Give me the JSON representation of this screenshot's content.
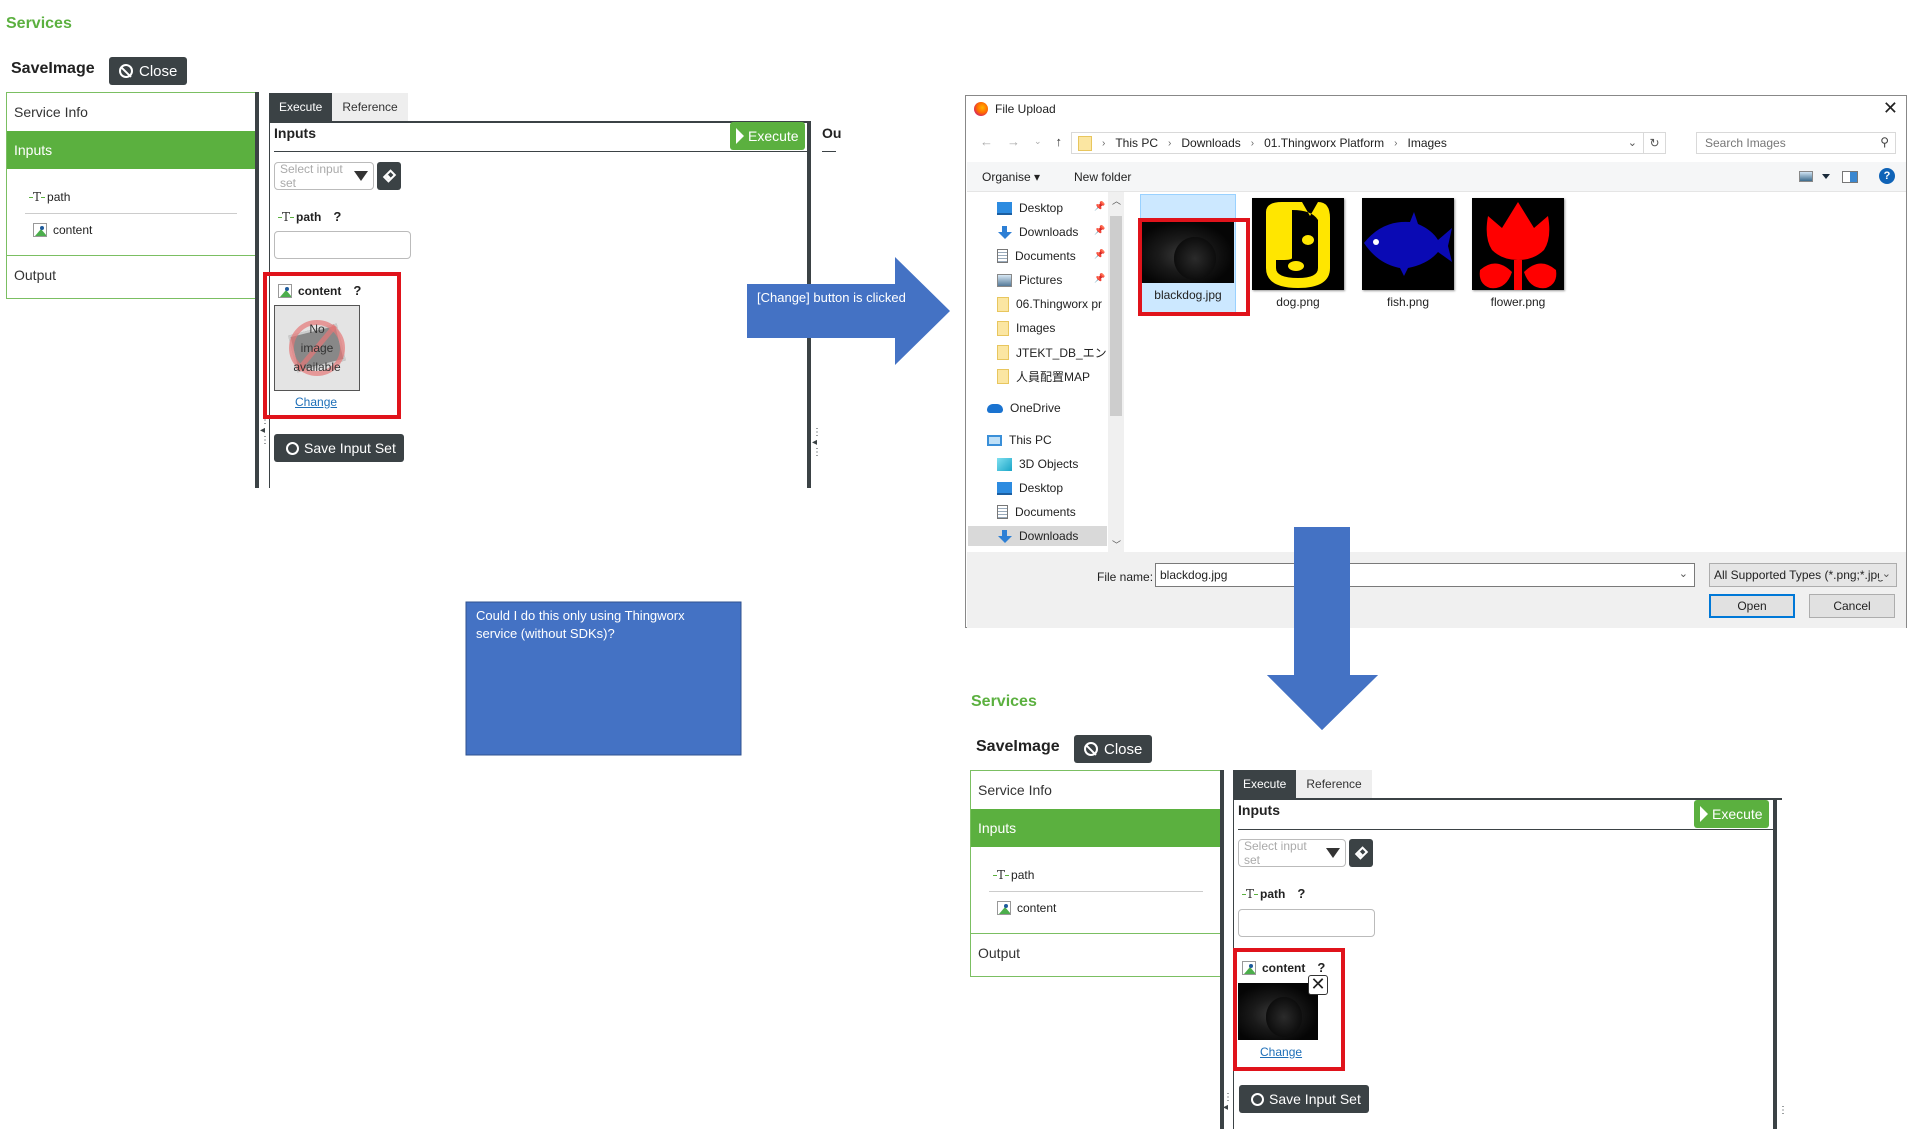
{
  "before_panel": {
    "section_title": "Services",
    "service_name": "SaveImage",
    "close_label": "Close",
    "nav": {
      "service_info": "Service Info",
      "inputs": "Inputs",
      "params": [
        {
          "icon": "string-type-icon",
          "label": "path"
        },
        {
          "icon": "image-type-icon",
          "label": "content"
        }
      ],
      "output": "Output"
    },
    "tabs": [
      "Execute",
      "Reference"
    ],
    "active_tab": "Execute",
    "inputs_header": "Inputs",
    "execute_label": "Execute",
    "output_header_partial": "Ou",
    "select_input_set_placeholder": "Select input set",
    "path_label": "path",
    "path_value": "",
    "help_mark": "?",
    "content_label": "content",
    "no_image_text": [
      "No",
      "image",
      "available"
    ],
    "change_label": "Change",
    "save_input_set_label": "Save Input Set"
  },
  "callouts": {
    "change_clicked": "[Change] button is clicked",
    "question": "Could I do this only using Thingworx service (without SDKs)?",
    "color": "#4472c4"
  },
  "file_dialog": {
    "title": "File Upload",
    "breadcrumb": [
      "This PC",
      "Downloads",
      "01.Thingworx Platform",
      "Images"
    ],
    "search_placeholder": "Search Images",
    "organise_label": "Organise",
    "new_folder_label": "New folder",
    "quick_access": [
      {
        "icon": "desktop",
        "label": "Desktop",
        "pinned": true
      },
      {
        "icon": "downloads",
        "label": "Downloads",
        "pinned": true
      },
      {
        "icon": "documents",
        "label": "Documents",
        "pinned": true
      },
      {
        "icon": "pictures",
        "label": "Pictures",
        "pinned": true
      },
      {
        "icon": "folder",
        "label": "06.Thingworx pr",
        "pinned": false
      },
      {
        "icon": "folder",
        "label": "Images",
        "pinned": false
      },
      {
        "icon": "folder",
        "label": "JTEKT_DB_エンテ",
        "pinned": false
      },
      {
        "icon": "folder",
        "label": "人員配置MAP",
        "pinned": false
      }
    ],
    "onedrive_label": "OneDrive",
    "this_pc_label": "This PC",
    "this_pc_items": [
      {
        "icon": "3d-objects",
        "label": "3D Objects"
      },
      {
        "icon": "desktop",
        "label": "Desktop"
      },
      {
        "icon": "documents",
        "label": "Documents"
      },
      {
        "icon": "downloads",
        "label": "Downloads",
        "selected": true
      }
    ],
    "files": [
      {
        "name": "blackdog.jpg",
        "selected": true
      },
      {
        "name": "dog.png",
        "selected": false
      },
      {
        "name": "fish.png",
        "selected": false
      },
      {
        "name": "flower.png",
        "selected": false
      }
    ],
    "file_name_label": "File name:",
    "file_name_value": "blackdog.jpg",
    "file_type_value": "All Supported Types (*.png;*.jpg",
    "open_label": "Open",
    "cancel_label": "Cancel"
  },
  "after_panel": {
    "section_title": "Services",
    "service_name": "SaveImage",
    "close_label": "Close",
    "nav": {
      "service_info": "Service Info",
      "inputs": "Inputs",
      "params": [
        {
          "icon": "string-type-icon",
          "label": "path"
        },
        {
          "icon": "image-type-icon",
          "label": "content"
        }
      ],
      "output": "Output"
    },
    "tabs": [
      "Execute",
      "Reference"
    ],
    "active_tab": "Execute",
    "inputs_header": "Inputs",
    "execute_label": "Execute",
    "select_input_set_placeholder": "Select input set",
    "path_label": "path",
    "path_value": "",
    "help_mark": "?",
    "content_label": "content",
    "content_image": "blackdog.jpg",
    "remove_label": "✕",
    "change_label": "Change",
    "save_input_set_label": "Save Input Set"
  }
}
